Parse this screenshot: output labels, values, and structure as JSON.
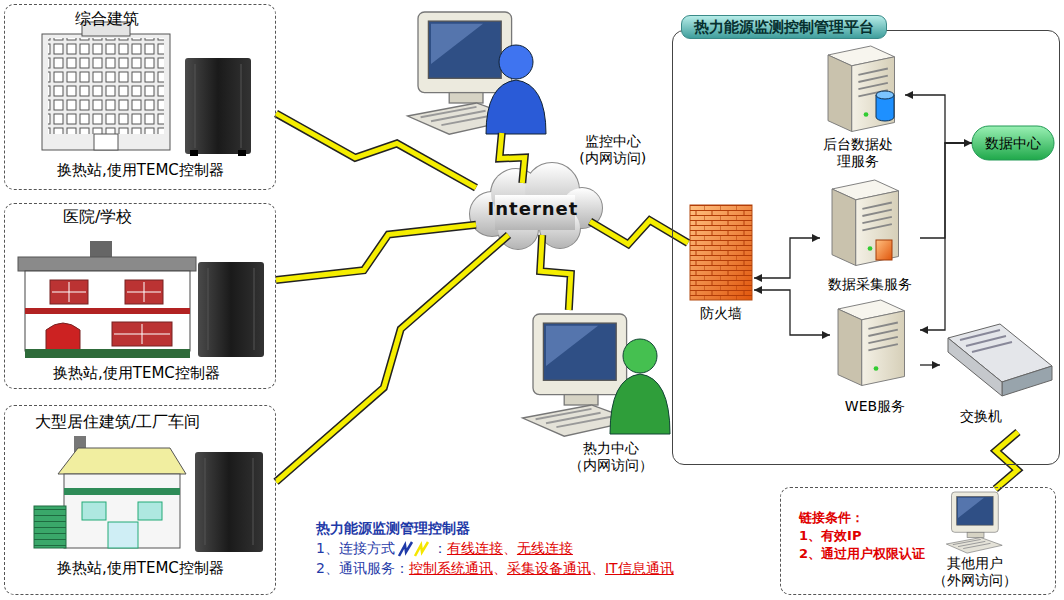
{
  "diagram": {
    "nodes": [
      {
        "text": [
          "综合建筑",
          "换热站,使用TEMC控制器"
        ]
      },
      {
        "text": [
          "医院/学校",
          "换热站,使用TEMC控制器"
        ]
      },
      {
        "text": [
          "大型居住建筑/工厂车间",
          "换热站,使用TEMC控制器"
        ]
      },
      {
        "text": [
          "监控中心 (内网访问)"
        ]
      },
      {
        "text": [
          "Internet"
        ]
      },
      {
        "text": [
          "热力能源监测控制管理平台"
        ]
      },
      {
        "text": [
          "后台数据处理服务"
        ],
        "in": 5
      },
      {
        "text": [
          "数据中心"
        ],
        "in": 5
      },
      {
        "text": [
          "数据采集服务"
        ],
        "in": 5
      },
      {
        "text": [
          "防火墙"
        ],
        "in": 5
      },
      {
        "text": [
          "WEB服务"
        ],
        "in": 5
      },
      {
        "text": [
          "交换机"
        ],
        "in": 5
      },
      {
        "text": [
          "热力中心 （内网访问）"
        ]
      },
      {
        "text": [
          "链接条件：",
          "1、有效IP",
          "2、通过用户权限认证"
        ]
      },
      {
        "text": [
          "其他用户 （外网访问）"
        ],
        "in": 13
      }
    ],
    "edges": [
      {
        "from": 0,
        "to": 4,
        "arrow": "none"
      },
      {
        "from": 1,
        "to": 4,
        "arrow": "none"
      },
      {
        "from": 2,
        "to": 4,
        "arrow": "none"
      },
      {
        "from": 3,
        "to": 4,
        "arrow": "none"
      },
      {
        "from": 12,
        "to": 4,
        "arrow": "none"
      },
      {
        "from": 4,
        "to": 9,
        "arrow": "none"
      },
      {
        "from": 9,
        "to": 8,
        "arrow": "both"
      },
      {
        "from": 9,
        "to": 10,
        "arrow": "both"
      },
      {
        "from": 8,
        "to": 7,
        "arrow": "to"
      },
      {
        "from": 7,
        "to": 6,
        "arrow": "to"
      },
      {
        "from": 7,
        "to": 10,
        "arrow": "to"
      },
      {
        "from": 10,
        "to": 11,
        "arrow": "to"
      },
      {
        "from": 11,
        "to": 14,
        "arrow": "none"
      }
    ],
    "labels": [
      "热力能源监测管理控制器",
      "1、连接方式",
      "：",
      "有线连接",
      "、",
      "无线连接",
      "2、通讯服务：",
      "控制系统通讯",
      "、",
      "采集设备通讯",
      "、",
      "IT信息通讯"
    ]
  }
}
